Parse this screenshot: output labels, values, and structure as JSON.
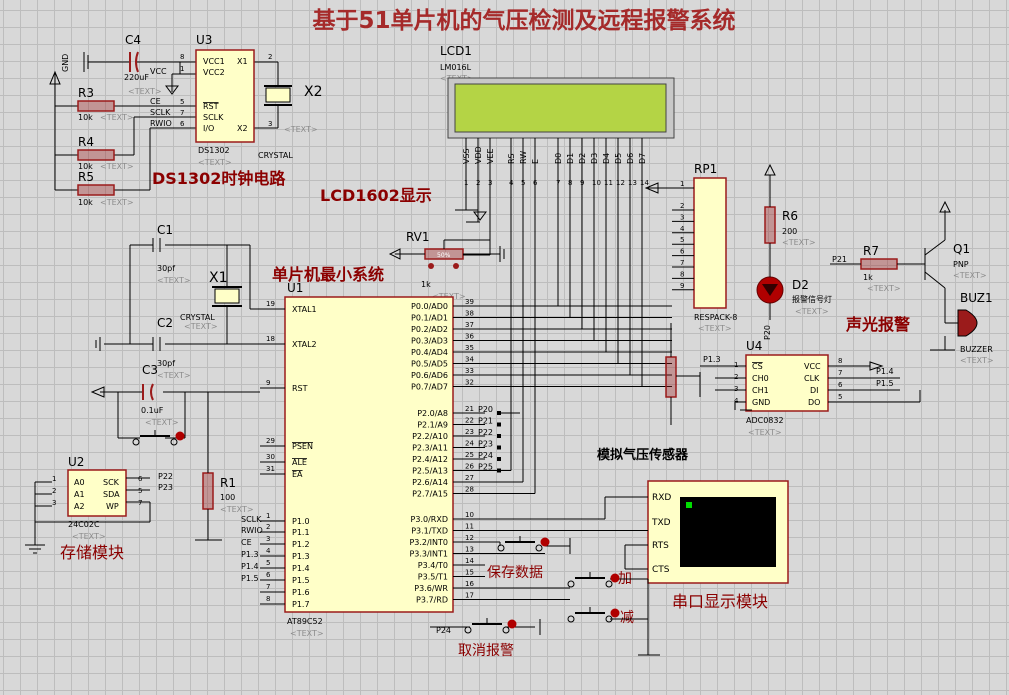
{
  "title": "基于51单片机的气压检测及远程报警系统",
  "colors": {
    "wire": "#000000",
    "part": "#9b1b1b",
    "partfill": "#ffffc8",
    "label": "#8b0000",
    "textph": "#8c8c8c",
    "lcd": "#b4d445",
    "pin": "#000000"
  },
  "text_placeholder": "<TEXT>",
  "section_labels": {
    "rtc": "DS1302时钟电路",
    "lcd": "LCD1602显示",
    "mcu_min": "单片机最小系统",
    "alarm": "声光报警",
    "sensor": "模拟气压传感器",
    "storage": "存储模块",
    "serial": "串口显示模块",
    "save_data": "保存数据",
    "add": "加",
    "sub": "减",
    "cancel_alarm": "取消报警"
  },
  "u3": {
    "ref": "U3",
    "part": "DS1302",
    "pins_left": [
      "VCC1",
      "VCC2",
      "RST",
      "SCLK",
      "I/O"
    ],
    "pins_right": [
      "X1",
      "X2"
    ],
    "pin_nums": [
      "8",
      "1",
      "5",
      "7",
      "6",
      "2",
      "3"
    ]
  },
  "c4": {
    "ref": "C4",
    "value": "220uF"
  },
  "gnd_label": "GND",
  "vcc_label": "VCC",
  "r3": {
    "ref": "R3",
    "value": "10k"
  },
  "r4": {
    "ref": "R4",
    "value": "10k"
  },
  "r5": {
    "ref": "R5",
    "value": "10k"
  },
  "u3_nets": [
    "CE",
    "SCLK",
    "RWIO"
  ],
  "x2": {
    "ref": "X2",
    "value": "CRYSTAL"
  },
  "lcd1": {
    "ref": "LCD1",
    "part": "LM016L",
    "pins": [
      "VSS",
      "VDD",
      "VEE",
      "RS",
      "RW",
      "E",
      "D0",
      "D1",
      "D2",
      "D3",
      "D4",
      "D5",
      "D6",
      "D7"
    ],
    "nums": [
      "1",
      "2",
      "3",
      "4",
      "5",
      "6",
      "7",
      "8",
      "9",
      "10",
      "11",
      "12",
      "13",
      "14"
    ]
  },
  "rv1": {
    "ref": "RV1",
    "value": "1k",
    "pct": "50%"
  },
  "c1": {
    "ref": "C1",
    "value": "30pf"
  },
  "c2": {
    "ref": "C2",
    "value": "30pf"
  },
  "x1": {
    "ref": "X1",
    "value": "CRYSTAL"
  },
  "c3": {
    "ref": "C3",
    "value": "0.1uF"
  },
  "r1": {
    "ref": "R1",
    "value": "100"
  },
  "u1": {
    "ref": "U1",
    "part": "AT89C52",
    "left_pins": [
      {
        "num": "19",
        "name": "XTAL1"
      },
      {
        "num": "18",
        "name": "XTAL2"
      },
      {
        "num": "9",
        "name": "RST"
      },
      {
        "num": "29",
        "name": "PSEN"
      },
      {
        "num": "30",
        "name": "ALE"
      },
      {
        "num": "31",
        "name": "EA"
      },
      {
        "num": "1",
        "name": "P1.0"
      },
      {
        "num": "2",
        "name": "P1.1"
      },
      {
        "num": "3",
        "name": "P1.2"
      },
      {
        "num": "4",
        "name": "P1.3"
      },
      {
        "num": "5",
        "name": "P1.4"
      },
      {
        "num": "6",
        "name": "P1.5"
      },
      {
        "num": "7",
        "name": "P1.6"
      },
      {
        "num": "8",
        "name": "P1.7"
      }
    ],
    "p1_nets": [
      "SCLK",
      "RWIO",
      "CE",
      "P1.3",
      "P1.4",
      "P1.5"
    ],
    "right_pins": [
      {
        "num": "39",
        "name": "P0.0/AD0"
      },
      {
        "num": "38",
        "name": "P0.1/AD1"
      },
      {
        "num": "37",
        "name": "P0.2/AD2"
      },
      {
        "num": "36",
        "name": "P0.3/AD3"
      },
      {
        "num": "35",
        "name": "P0.4/AD4"
      },
      {
        "num": "34",
        "name": "P0.5/AD5"
      },
      {
        "num": "33",
        "name": "P0.6/AD6"
      },
      {
        "num": "32",
        "name": "P0.7/AD7"
      },
      {
        "num": "21",
        "name": "P2.0/A8"
      },
      {
        "num": "22",
        "name": "P2.1/A9"
      },
      {
        "num": "23",
        "name": "P2.2/A10"
      },
      {
        "num": "24",
        "name": "P2.3/A11"
      },
      {
        "num": "25",
        "name": "P2.4/A12"
      },
      {
        "num": "26",
        "name": "P2.5/A13"
      },
      {
        "num": "27",
        "name": "P2.6/A14"
      },
      {
        "num": "28",
        "name": "P2.7/A15"
      },
      {
        "num": "10",
        "name": "P3.0/RXD"
      },
      {
        "num": "11",
        "name": "P3.1/TXD"
      },
      {
        "num": "12",
        "name": "P3.2/INT0"
      },
      {
        "num": "13",
        "name": "P3.3/INT1"
      },
      {
        "num": "14",
        "name": "P3.4/T0"
      },
      {
        "num": "15",
        "name": "P3.5/T1"
      },
      {
        "num": "16",
        "name": "P3.6/WR"
      },
      {
        "num": "17",
        "name": "P3.7/RD"
      }
    ],
    "p2_nets": [
      "P20",
      "P21",
      "P22",
      "P23",
      "P24",
      "P25"
    ]
  },
  "rp1": {
    "ref": "RP1",
    "part": "RESPACK-8",
    "nums": [
      "1",
      "2",
      "3",
      "4",
      "5",
      "6",
      "7",
      "8",
      "9"
    ]
  },
  "r6": {
    "ref": "R6",
    "value": "200"
  },
  "d2": {
    "ref": "D2",
    "value": "报警信号灯"
  },
  "p20_net": "P20",
  "r7": {
    "ref": "R7",
    "value": "1k",
    "net": "P21"
  },
  "q1": {
    "ref": "Q1",
    "value": "PNP"
  },
  "buz1": {
    "ref": "BUZ1",
    "value": "BUZZER"
  },
  "u4": {
    "ref": "U4",
    "part": "ADC0832",
    "pins_left": [
      "CS",
      "CH0",
      "CH1",
      "GND"
    ],
    "pins_right": [
      "VCC",
      "CLK",
      "DI",
      "DO"
    ],
    "nums_left": [
      "1",
      "2",
      "3",
      "4"
    ],
    "nums_right": [
      "8",
      "7",
      "6",
      "5"
    ],
    "nets": [
      "P1.3",
      "P1.4",
      "P1.5"
    ]
  },
  "u2": {
    "ref": "U2",
    "part": "24C02C",
    "pins_left": [
      "A0",
      "A1",
      "A2"
    ],
    "pins_right": [
      "SCK",
      "SDA",
      "WP"
    ],
    "nums_left": [
      "1",
      "2",
      "3"
    ],
    "nums_right": [
      "6",
      "5",
      "7"
    ],
    "nets": [
      "P22",
      "P23"
    ]
  },
  "vterm": {
    "pins": [
      "RXD",
      "TXD",
      "RTS",
      "CTS"
    ]
  },
  "p24_net": "P24"
}
